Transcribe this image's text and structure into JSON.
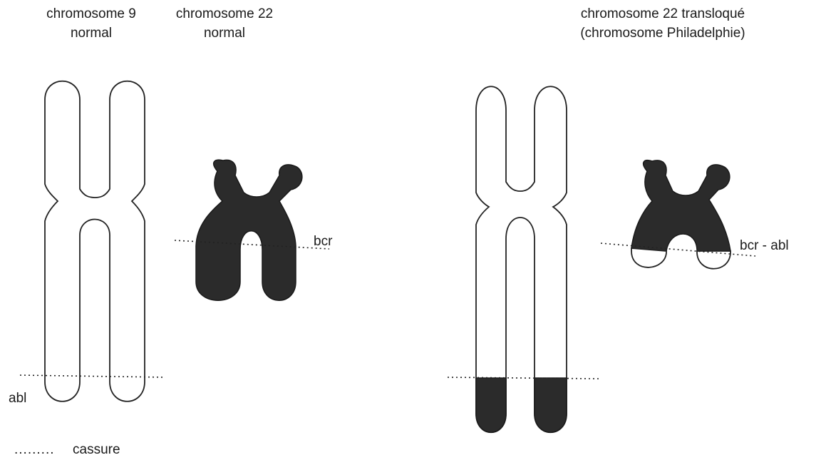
{
  "labels": {
    "chr9_line1": "chromosome 9",
    "chr9_line2": "normal",
    "chr22_line1": "chromosome 22",
    "chr22_line2": "normal",
    "ph_line1": "chromosome 22 transloqué",
    "ph_line2": "(chromosome Philadelphie)",
    "bcr": "bcr",
    "bcr_abl": "bcr - abl",
    "abl": "abl",
    "legend_dots": ".........",
    "legend_text": "cassure"
  },
  "colors": {
    "outline": "#222222",
    "dark_fill": "#2b2b2b",
    "background": "#ffffff"
  }
}
